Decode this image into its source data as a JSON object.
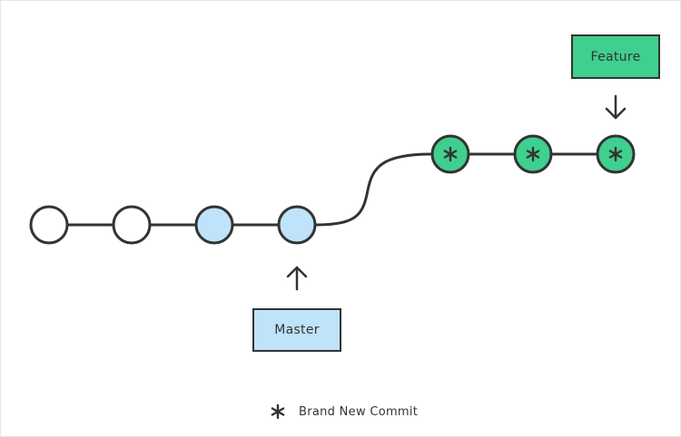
{
  "labels": {
    "feature": "Feature",
    "master": "Master"
  },
  "legend": {
    "text": "Brand New Commit",
    "icon": "asterisk-icon"
  },
  "colors": {
    "stroke": "#333333",
    "old_commit": "#ffffff",
    "master_commit": "#bfe3fb",
    "feature_commit": "#3fcf8e",
    "feature_label": "#3fcf8e",
    "master_label": "#bfe3fb"
  },
  "commits": [
    {
      "branch": "shared",
      "kind": "old"
    },
    {
      "branch": "shared",
      "kind": "old"
    },
    {
      "branch": "master",
      "kind": "master"
    },
    {
      "branch": "master",
      "kind": "master"
    },
    {
      "branch": "feature",
      "kind": "new"
    },
    {
      "branch": "feature",
      "kind": "new"
    },
    {
      "branch": "feature",
      "kind": "new"
    }
  ]
}
